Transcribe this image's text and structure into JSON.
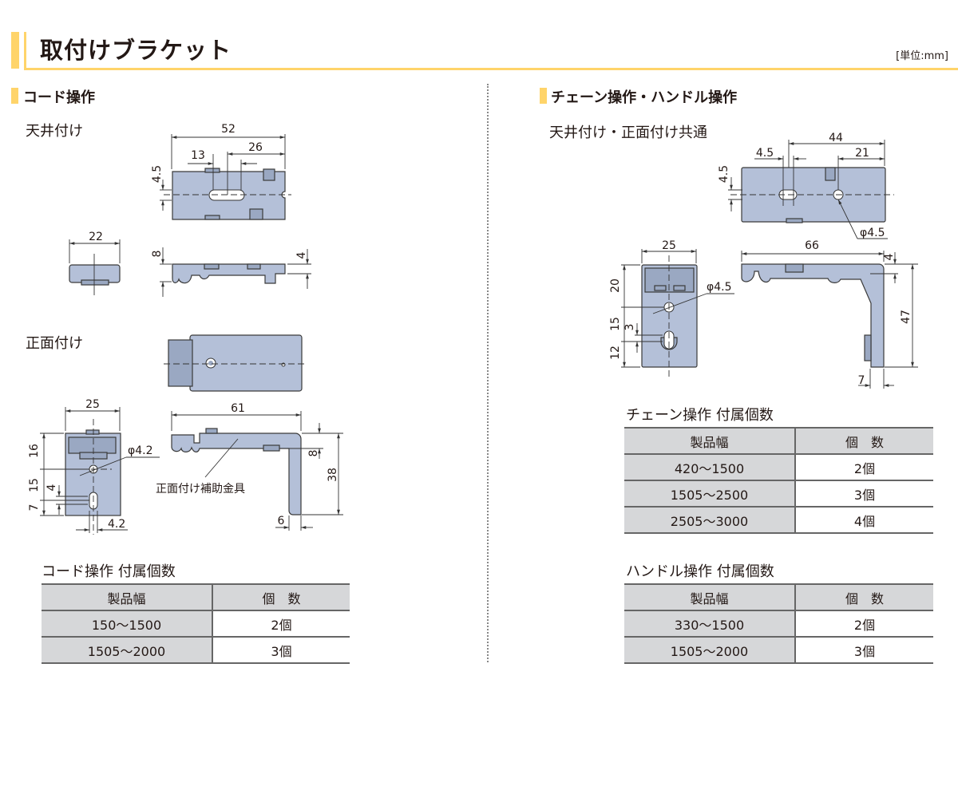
{
  "header": {
    "title": "取付けブラケット",
    "unit": "[単位:mm]"
  },
  "colors": {
    "accent": "#ffd46a",
    "part": "#b4c0d8",
    "table_shade": "#d6d7d9"
  },
  "left": {
    "section": "コード操作",
    "ceiling": {
      "label": "天井付け",
      "dims": {
        "w52": "52",
        "d13": "13",
        "d26": "26",
        "d45": "4.5",
        "w22": "22",
        "h8": "8",
        "h4": "4"
      }
    },
    "front": {
      "label": "正面付け",
      "dims": {
        "w25": "25",
        "h16": "16",
        "h15": "15",
        "h4": "4",
        "h7": "7",
        "phi": "φ4.2",
        "w42": "4.2",
        "w61": "61",
        "h8": "8",
        "h38": "38",
        "w6": "6"
      },
      "part_label": "正面付け補助金具"
    },
    "table": {
      "title": "コード操作 付属個数",
      "headers": [
        "製品幅",
        "個　数"
      ],
      "rows": [
        [
          "150～1500",
          "2個"
        ],
        [
          "1505～2000",
          "3個"
        ]
      ]
    }
  },
  "right": {
    "section": "チェーン操作・ハンドル操作",
    "common": {
      "label": "天井付け・正面付け共通",
      "dims": {
        "w44": "44",
        "w21": "21",
        "w45": "4.5",
        "h45": "4.5",
        "phi_top": "φ4.5",
        "w25": "25",
        "phi_end": "φ4.5",
        "h20": "20",
        "h15": "15",
        "h3": "3",
        "h12": "12",
        "w66": "66",
        "h4": "4",
        "h47": "47",
        "w7": "7"
      }
    },
    "chain_table": {
      "title": "チェーン操作 付属個数",
      "headers": [
        "製品幅",
        "個　数"
      ],
      "rows": [
        [
          "420～1500",
          "2個"
        ],
        [
          "1505～2500",
          "3個"
        ],
        [
          "2505～3000",
          "4個"
        ]
      ]
    },
    "handle_table": {
      "title": "ハンドル操作 付属個数",
      "headers": [
        "製品幅",
        "個　数"
      ],
      "rows": [
        [
          "330～1500",
          "2個"
        ],
        [
          "1505～2000",
          "3個"
        ]
      ]
    }
  }
}
